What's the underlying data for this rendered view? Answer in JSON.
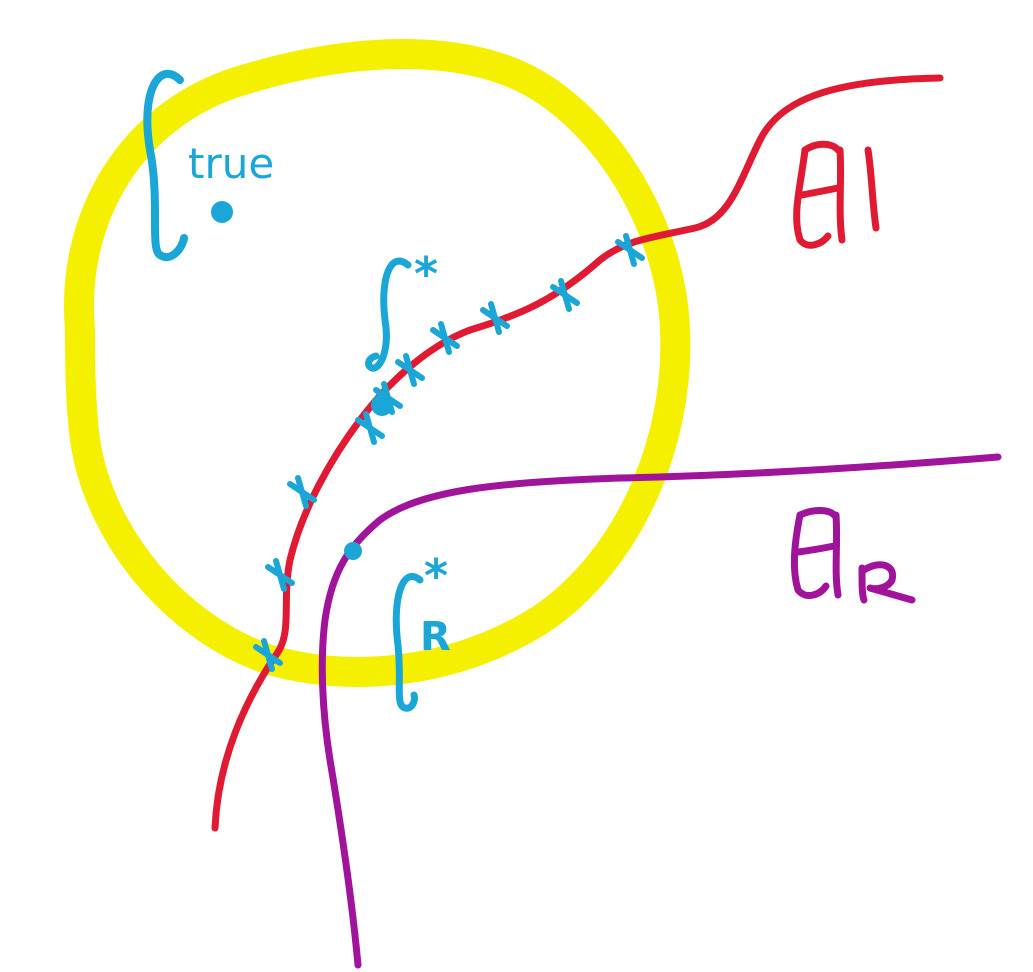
{
  "colors": {
    "background": "#ffffff",
    "ball": "#f5f000",
    "model_class_h": "#e01a33",
    "model_class_hr": "#a0139b",
    "points": "#1aa6d6"
  },
  "labels": {
    "f_true": "ftrue",
    "f_star": "f*",
    "f_r_star": "fR*",
    "class_h": "H",
    "class_hr": "HR"
  },
  "sample_marks": {
    "count": 10,
    "glyph": "x"
  }
}
